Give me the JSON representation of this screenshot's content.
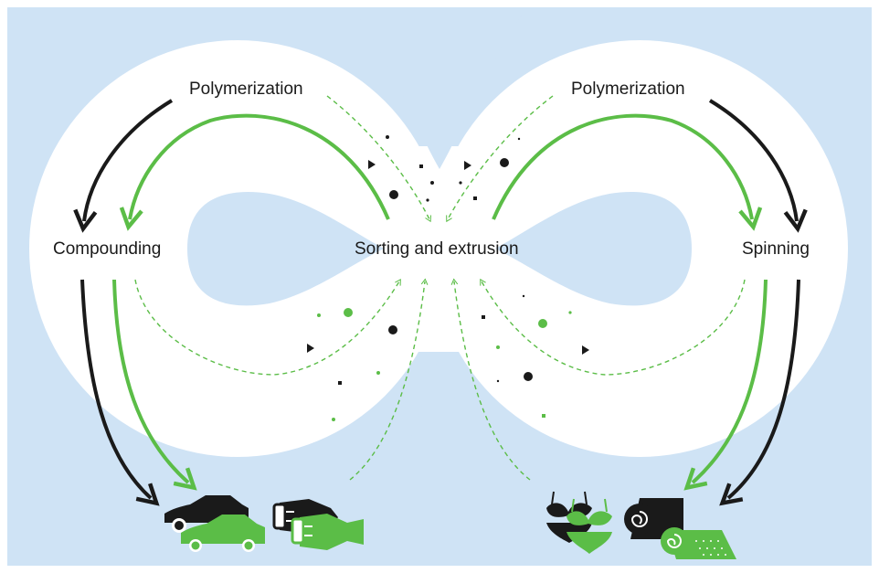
{
  "labels": {
    "polymerization_left": "Polymerization",
    "polymerization_right": "Polymerization",
    "compounding": "Compounding",
    "sorting_extrusion": "Sorting and extrusion",
    "spinning": "Spinning"
  },
  "icons": [
    "car-icon",
    "plug-icon",
    "swimwear-icon",
    "fabric-roll-icon"
  ],
  "colors": {
    "background": "#cfe3f5",
    "loop": "#ffffff",
    "green": "#5bbd47",
    "black": "#1a1a1a",
    "dashed": "#5bbd47"
  }
}
